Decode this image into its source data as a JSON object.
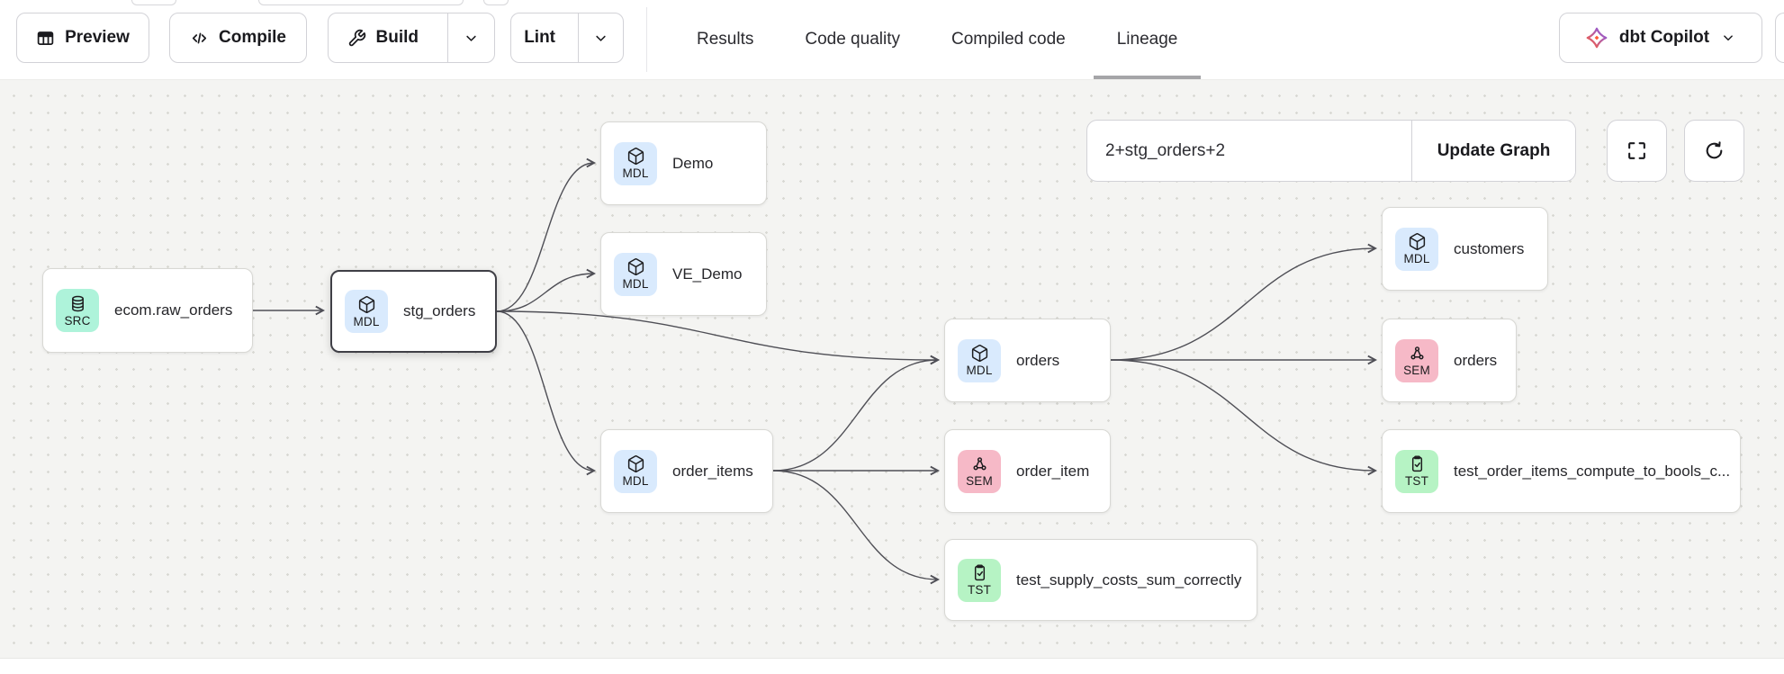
{
  "header": {
    "toolbar": {
      "preview": "Preview",
      "compile": "Compile",
      "build": "Build",
      "lint": "Lint"
    },
    "tabs": [
      {
        "label": "Results",
        "active": false
      },
      {
        "label": "Code quality",
        "active": false
      },
      {
        "label": "Compiled code",
        "active": false
      },
      {
        "label": "Lineage",
        "active": true
      }
    ],
    "copilot_label": "dbt Copilot"
  },
  "lineage": {
    "selector": {
      "value": "2+stg_orders+2",
      "update_label": "Update Graph"
    },
    "nodes": [
      {
        "label": "ecom.raw_orders",
        "badge": "SRC",
        "type": "source",
        "selected": false
      },
      {
        "label": "stg_orders",
        "badge": "MDL",
        "type": "model",
        "selected": true
      },
      {
        "label": "Demo",
        "badge": "MDL",
        "type": "model",
        "selected": false
      },
      {
        "label": "VE_Demo",
        "badge": "MDL",
        "type": "model",
        "selected": false
      },
      {
        "label": "order_items",
        "badge": "MDL",
        "type": "model",
        "selected": false
      },
      {
        "label": "orders",
        "badge": "MDL",
        "type": "model",
        "selected": false
      },
      {
        "label": "order_item",
        "badge": "SEM",
        "type": "semantic",
        "selected": false
      },
      {
        "label": "test_supply_costs_sum_correctly",
        "badge": "TST",
        "type": "test",
        "selected": false
      },
      {
        "label": "customers",
        "badge": "MDL",
        "type": "model",
        "selected": false
      },
      {
        "label": "orders",
        "badge": "SEM",
        "type": "semantic",
        "selected": false
      },
      {
        "label": "test_order_items_compute_to_bools_c...",
        "badge": "TST",
        "type": "test",
        "selected": false
      }
    ],
    "edges": [
      {
        "from": "ecom.raw_orders",
        "to": "stg_orders"
      },
      {
        "from": "stg_orders",
        "to": "Demo"
      },
      {
        "from": "stg_orders",
        "to": "VE_Demo"
      },
      {
        "from": "stg_orders",
        "to": "orders (model)"
      },
      {
        "from": "stg_orders",
        "to": "order_items"
      },
      {
        "from": "order_items",
        "to": "orders (model)"
      },
      {
        "from": "order_items",
        "to": "order_item"
      },
      {
        "from": "order_items",
        "to": "test_supply_costs_sum_correctly"
      },
      {
        "from": "orders (model)",
        "to": "customers"
      },
      {
        "from": "orders (model)",
        "to": "orders (semantic)"
      },
      {
        "from": "orders (model)",
        "to": "test_order_items_compute_to_bools_c..."
      }
    ]
  },
  "colors": {
    "badge_source": "#aef3da",
    "badge_model": "#d9eafd",
    "badge_semantic": "#f6b9c7",
    "badge_test": "#b6f3c4",
    "edge": "#4f4f56",
    "tab_active_underline": "#a5a5a8",
    "copilot_gradient_start": "#ff5c35",
    "copilot_gradient_end": "#7e5bf3"
  }
}
